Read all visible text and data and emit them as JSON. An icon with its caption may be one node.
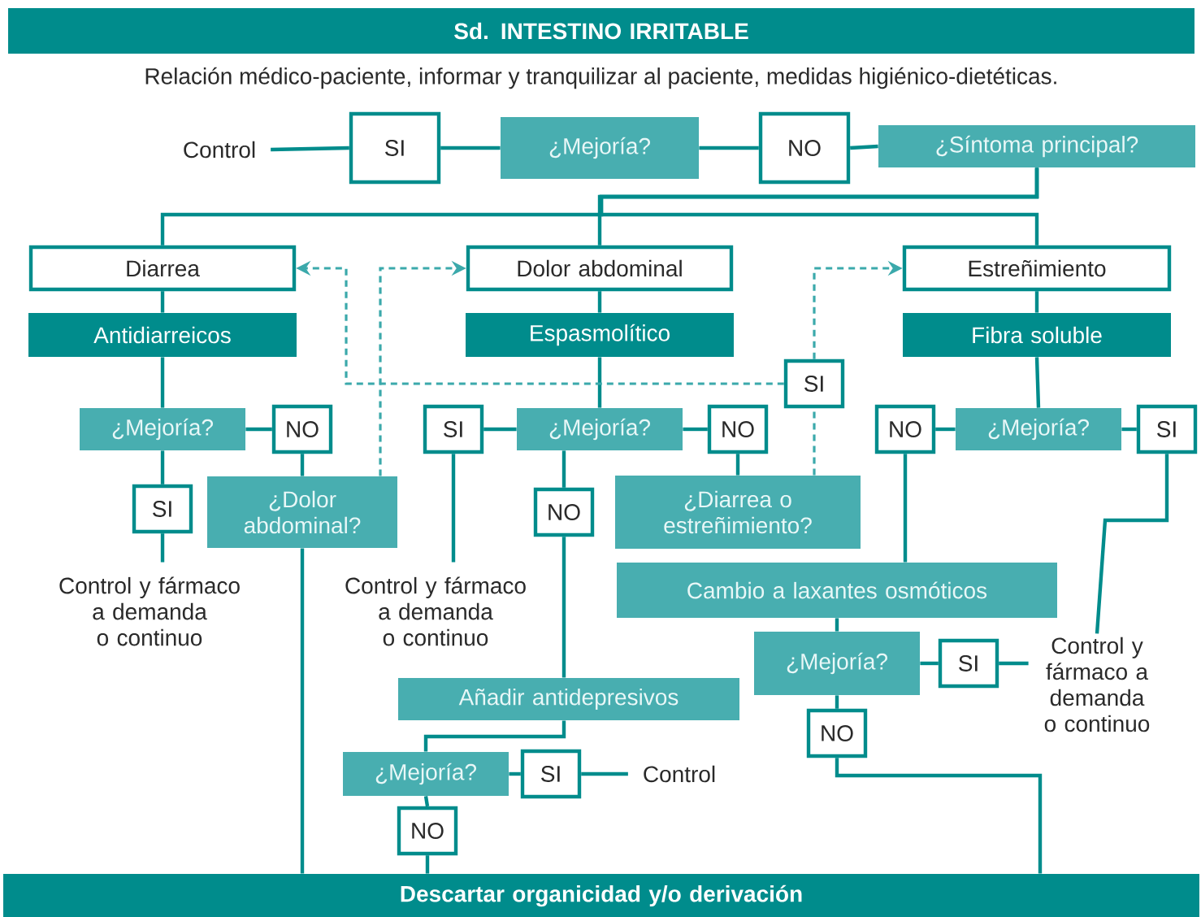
{
  "diagram": {
    "nodes": [
      {
        "text": [
          "Sd. INTESTINO IRRITABLE"
        ]
      },
      {
        "text": [
          "Control"
        ]
      },
      {
        "text": [
          "SI"
        ]
      },
      {
        "text": [
          "¿Mejoría?"
        ]
      },
      {
        "text": [
          "NO"
        ]
      },
      {
        "text": [
          "¿Síntoma principal?"
        ]
      },
      {
        "text": [
          "Diarrea"
        ]
      },
      {
        "text": [
          "Dolor abdominal"
        ]
      },
      {
        "text": [
          "Estreñimiento"
        ]
      },
      {
        "text": [
          "Antidiarreicos"
        ]
      },
      {
        "text": [
          "Espasmolítico"
        ]
      },
      {
        "text": [
          "Fibra soluble"
        ]
      },
      {
        "text": [
          "SI"
        ]
      },
      {
        "text": [
          "¿Mejoría?"
        ]
      },
      {
        "text": [
          "NO"
        ]
      },
      {
        "text": [
          "SI"
        ]
      },
      {
        "text": [
          "¿Mejoría?"
        ]
      },
      {
        "text": [
          "NO"
        ]
      },
      {
        "text": [
          "NO"
        ]
      },
      {
        "text": [
          "¿Mejoría?"
        ]
      },
      {
        "text": [
          "SI"
        ]
      },
      {
        "text": [
          "SI"
        ]
      },
      {
        "text": [
          "¿Dolor abdominal?"
        ]
      },
      {
        "text": [
          "NO"
        ]
      },
      {
        "text": [
          "¿Diarrea o estreñimiento?"
        ]
      },
      {
        "text": [
          "Control y fármaco a demanda o continuo"
        ]
      },
      {
        "text": [
          "Control y fármaco a demanda o continuo"
        ]
      },
      {
        "text": [
          "Cambio a laxantes osmóticos"
        ]
      },
      {
        "text": [
          "¿Mejoría?"
        ]
      },
      {
        "text": [
          "SI"
        ]
      },
      {
        "text": [
          "Control y fármaco a demanda o continuo"
        ]
      },
      {
        "text": [
          "Añadir antidepresivos"
        ]
      },
      {
        "text": [
          "¿Mejoría?"
        ]
      },
      {
        "text": [
          "SI"
        ]
      },
      {
        "text": [
          "Control"
        ]
      },
      {
        "text": [
          "NO"
        ]
      },
      {
        "text": [
          "NO"
        ]
      },
      {
        "text": [
          "Descartar organicidad y/o derivación"
        ]
      }
    ],
    "edges": [
      {
        "from": 3,
        "to": 2,
        "arrow": "none"
      },
      {
        "from": 2,
        "to": 1,
        "arrow": "none"
      },
      {
        "from": 3,
        "to": 4,
        "arrow": "none"
      },
      {
        "from": 4,
        "to": 5,
        "arrow": "none"
      },
      {
        "from": 5,
        "to": 6,
        "arrow": "none"
      },
      {
        "from": 5,
        "to": 7,
        "arrow": "none"
      },
      {
        "from": 5,
        "to": 8,
        "arrow": "none"
      },
      {
        "from": 6,
        "to": 9,
        "arrow": "none"
      },
      {
        "from": 7,
        "to": 10,
        "arrow": "none"
      },
      {
        "from": 8,
        "to": 11,
        "arrow": "none"
      },
      {
        "from": 9,
        "to": 13,
        "arrow": "none"
      },
      {
        "from": 10,
        "to": 16,
        "arrow": "none"
      },
      {
        "from": 11,
        "to": 19,
        "arrow": "none"
      },
      {
        "from": 13,
        "to": 14,
        "arrow": "none"
      },
      {
        "from": 13,
        "to": 21,
        "arrow": "none"
      },
      {
        "from": 21,
        "to": 25,
        "arrow": "none"
      },
      {
        "from": 14,
        "to": 22,
        "arrow": "none"
      },
      {
        "from": 22,
        "to": 37,
        "arrow": "none"
      },
      {
        "from": 22,
        "to": 7,
        "arrow": "to",
        "style": "dashed",
        "color": "#3ba9ab"
      },
      {
        "from": 12,
        "to": 6,
        "arrow": "to",
        "style": "dashed",
        "color": "#3ba9ab"
      },
      {
        "from": 12,
        "to": 8,
        "arrow": "to",
        "style": "dashed",
        "color": "#3ba9ab"
      },
      {
        "from": 24,
        "to": 12,
        "arrow": "none",
        "style": "dashed",
        "color": "#3ba9ab"
      },
      {
        "from": 16,
        "to": 15,
        "arrow": "none"
      },
      {
        "from": 16,
        "to": 17,
        "arrow": "none"
      },
      {
        "from": 15,
        "to": 26,
        "arrow": "none"
      },
      {
        "from": 17,
        "to": 24,
        "arrow": "none"
      },
      {
        "from": 16,
        "to": 23,
        "arrow": "none"
      },
      {
        "from": 23,
        "to": 31,
        "arrow": "none"
      },
      {
        "from": 18,
        "to": 27,
        "arrow": "none"
      },
      {
        "from": 19,
        "to": 18,
        "arrow": "none"
      },
      {
        "from": 19,
        "to": 20,
        "arrow": "none"
      },
      {
        "from": 20,
        "to": 30,
        "arrow": "none"
      },
      {
        "from": 27,
        "to": 28,
        "arrow": "none"
      },
      {
        "from": 28,
        "to": 29,
        "arrow": "none"
      },
      {
        "from": 29,
        "to": 30,
        "arrow": "none"
      },
      {
        "from": 28,
        "to": 36,
        "arrow": "none"
      },
      {
        "from": 36,
        "to": 37,
        "arrow": "none"
      },
      {
        "from": 31,
        "to": 32,
        "arrow": "none"
      },
      {
        "from": 32,
        "to": 33,
        "arrow": "none"
      },
      {
        "from": 33,
        "to": 34,
        "arrow": "none"
      },
      {
        "from": 32,
        "to": 35,
        "arrow": "none"
      },
      {
        "from": 35,
        "to": 37,
        "arrow": "none"
      }
    ],
    "labels": [
      "Relación médico-paciente, informar y tranquilizar al paciente, medidas higiénico-dietéticas."
    ]
  }
}
